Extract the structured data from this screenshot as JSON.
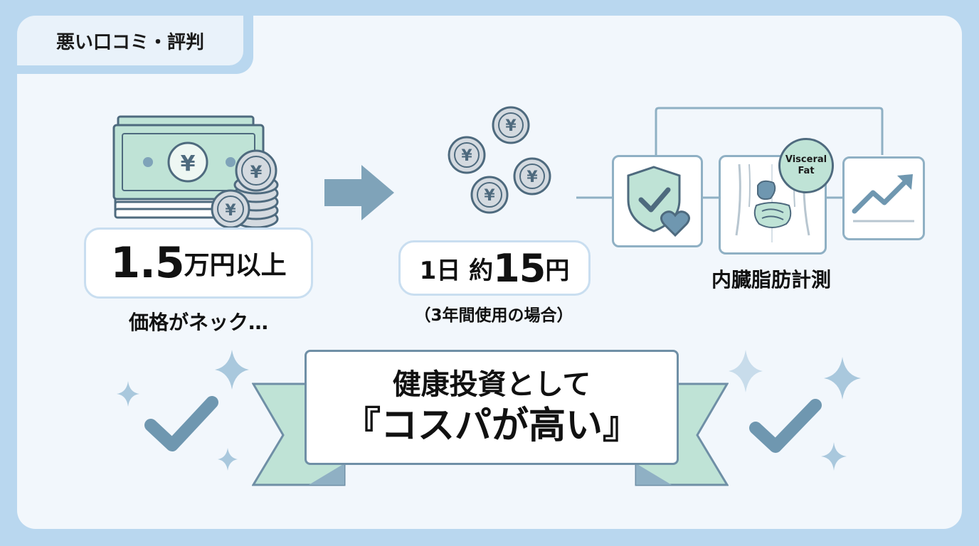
{
  "tag": {
    "label": "悪い口コミ・評判"
  },
  "left": {
    "price_main": "1.5",
    "price_unit": "万円以上",
    "caption": "価格がネック…",
    "bill_symbol": "¥",
    "icon": "money-stack-icon"
  },
  "middle": {
    "daily_prefix": "1日 約",
    "daily_value": "15",
    "daily_unit": "円",
    "note": "（3年間使用の場合）",
    "coin_symbol": "¥",
    "icon": "coins-icon"
  },
  "right": {
    "body_label_1": "Visceral",
    "body_label_2": "Fat",
    "caption": "内臓脂肪計測",
    "icons": [
      "shield-heart-icon",
      "body-organs-icon",
      "trend-up-icon"
    ]
  },
  "banner": {
    "line1": "健康投資として",
    "line2": "『コスパが高い』"
  },
  "colors": {
    "background": "#b9d7ef",
    "panel": "#f2f7fc",
    "mint": "#bfe3d6",
    "steel": "#6f97b0"
  }
}
